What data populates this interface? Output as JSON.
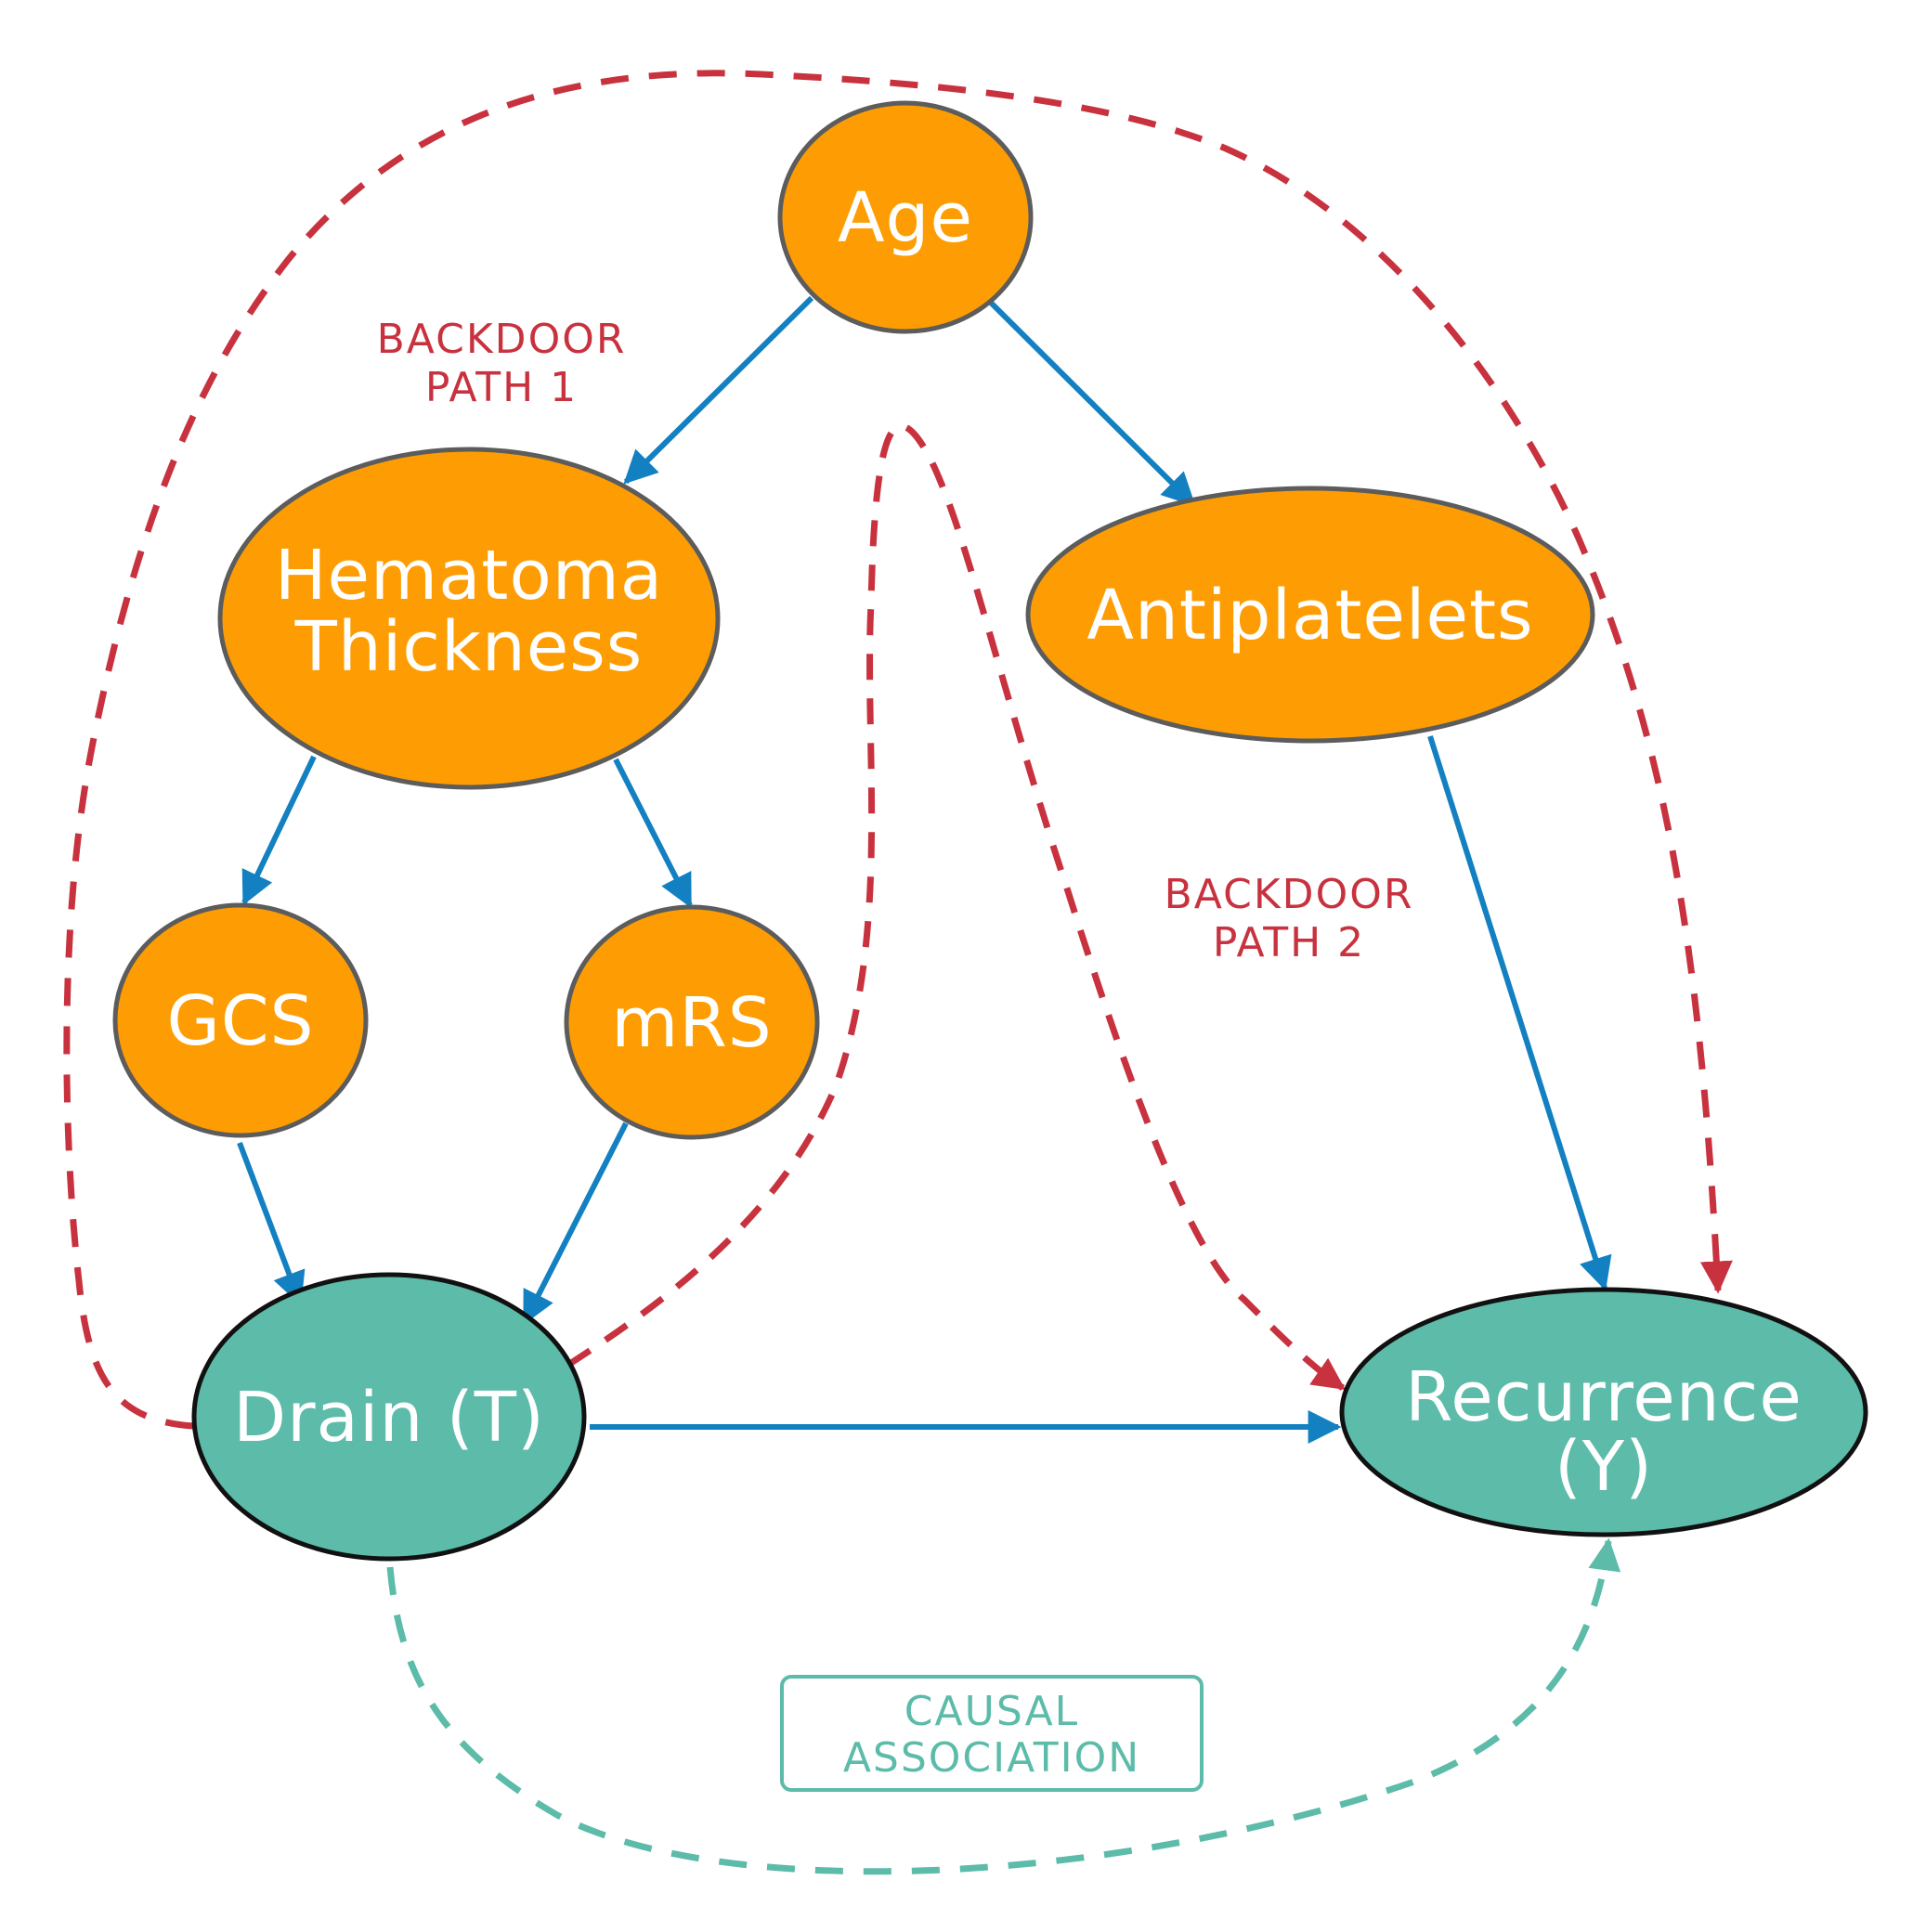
{
  "colors": {
    "confounder_fill": "#FE9D03",
    "treatment_fill": "#5CBBA9",
    "causal_arrow": "#1380C1",
    "backdoor": "#C8323F",
    "causal_association": "#5CBBA9",
    "node_border_gray": "#5c5c5c",
    "node_border_black": "#111111"
  },
  "nodes": {
    "age": {
      "label": "Age"
    },
    "hematoma": {
      "line1": "Hematoma",
      "line2": "Thickness"
    },
    "antiplatelets": {
      "label": "Antiplatelets"
    },
    "gcs": {
      "label": "GCS"
    },
    "mrs": {
      "label": "mRS"
    },
    "drain": {
      "label": "Drain (T)"
    },
    "recurrence": {
      "line1": "Recurrence",
      "line2": "(Y)"
    }
  },
  "labels": {
    "backdoor1": {
      "line1": "BACKDOOR",
      "line2": "PATH 1"
    },
    "backdoor2": {
      "line1": "BACKDOOR",
      "line2": "PATH 2"
    },
    "causal": {
      "line1": "CAUSAL",
      "line2": "ASSOCIATION"
    }
  },
  "edges": [
    {
      "from": "Age",
      "to": "Hematoma Thickness"
    },
    {
      "from": "Age",
      "to": "Antiplatelets"
    },
    {
      "from": "Hematoma Thickness",
      "to": "GCS"
    },
    {
      "from": "Hematoma Thickness",
      "to": "mRS"
    },
    {
      "from": "GCS",
      "to": "Drain (T)"
    },
    {
      "from": "mRS",
      "to": "Drain (T)"
    },
    {
      "from": "Antiplatelets",
      "to": "Recurrence (Y)"
    },
    {
      "from": "Drain (T)",
      "to": "Recurrence (Y)"
    }
  ]
}
